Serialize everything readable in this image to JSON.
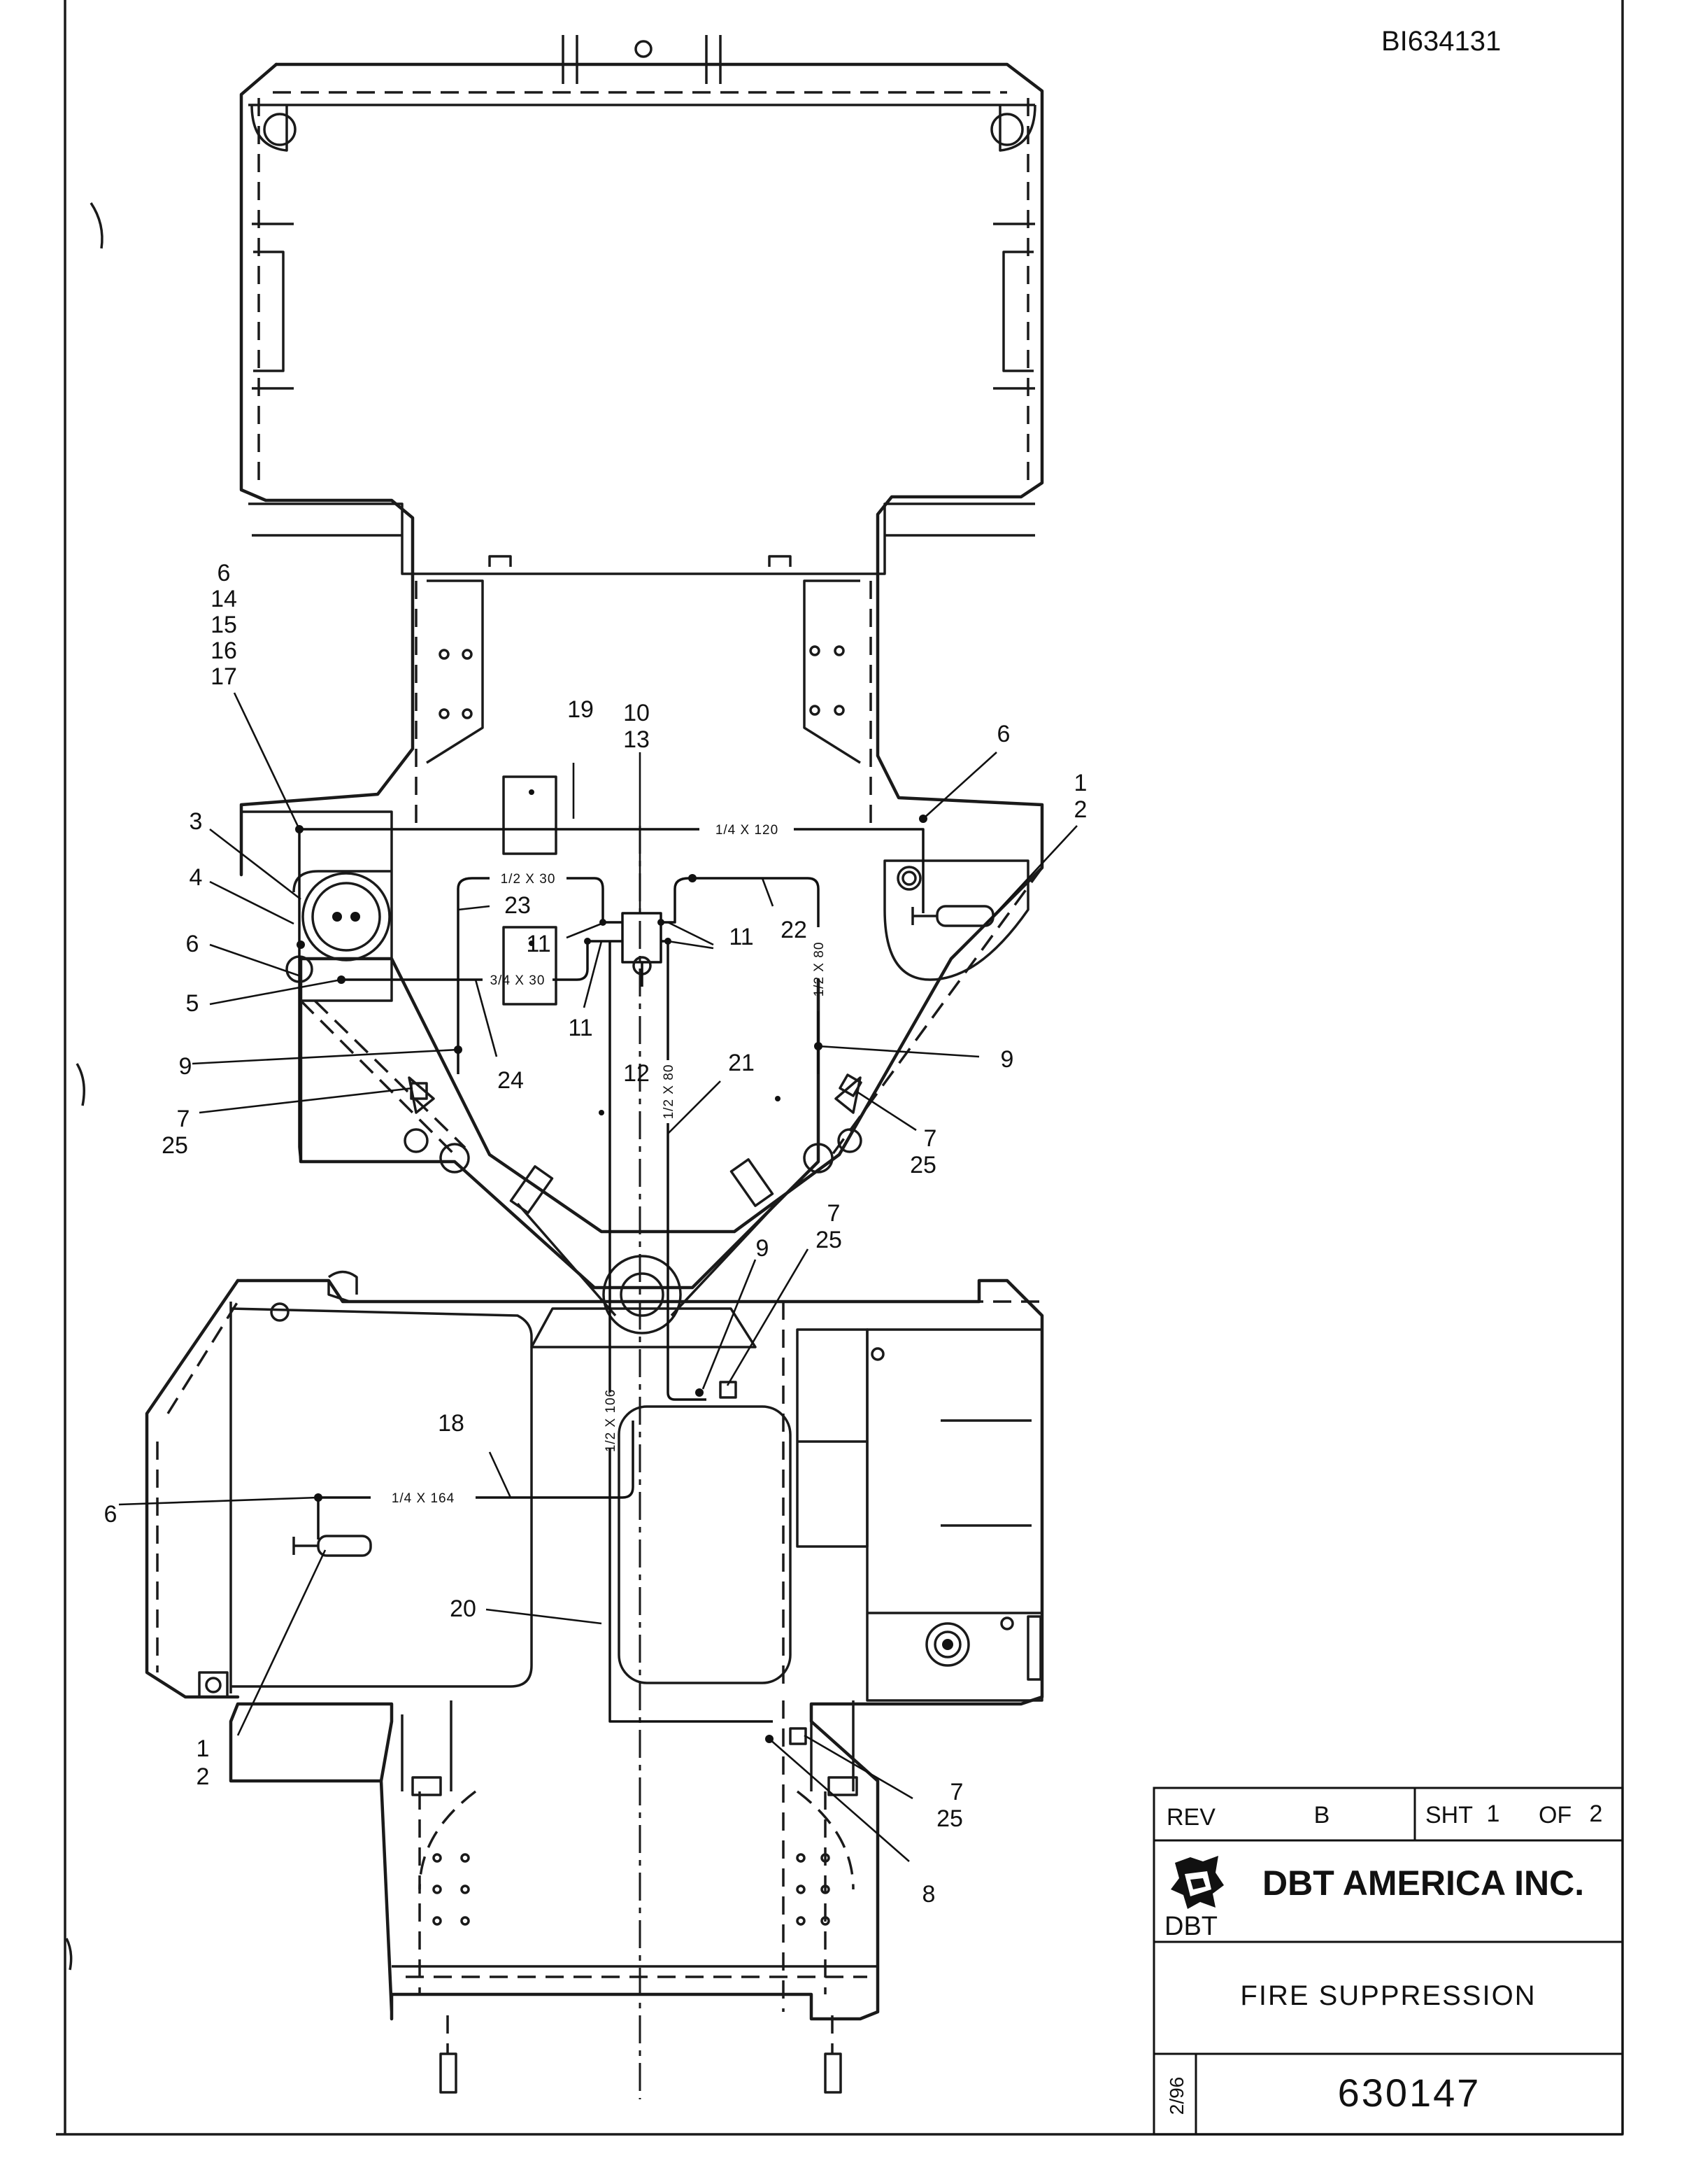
{
  "drawing": {
    "doc_id": "BI634131",
    "callouts": {
      "left_stack": [
        "6",
        "14",
        "15",
        "16",
        "17"
      ],
      "c19": "19",
      "c10": "10",
      "c13": "13",
      "c6_right": "6",
      "c1_right": "1",
      "c2_right": "2",
      "c3": "3",
      "c4": "4",
      "c6_left": "6",
      "c5": "5",
      "c23": "23",
      "c11_a": "11",
      "c11_b": "11",
      "c11_c": "11",
      "c22": "22",
      "c12": "12",
      "c9_left": "9",
      "c24": "24",
      "c21": "21",
      "c9_right": "9",
      "c7_left": "7",
      "c25_left": "25",
      "c7_right": "7",
      "c25_right": "25",
      "c7_mid": "7",
      "c25_mid": "25",
      "c9_mid": "9",
      "c18": "18",
      "c6_lower": "6",
      "c20": "20",
      "c1_lower": "1",
      "c2_lower": "2",
      "c7_bot": "7",
      "c25_bot": "25",
      "c8": "8"
    },
    "dimensions": {
      "d_120": "1/4 X 120",
      "d_30a": "1/2 X 30",
      "d_30b": "3/4 X 30",
      "d_80a": "1/2 X 80",
      "d_80b": "1/2 X 80",
      "d_106": "1/2 X 106",
      "d_164": "1/4 X 164"
    }
  },
  "title_block": {
    "rev_label": "REV",
    "rev_value": "B",
    "sheet_label": "SHT",
    "sheet_num": "1",
    "of_label": "OF",
    "sheet_total": "2",
    "company": "DBT AMERICA INC.",
    "logo_text": "DBT",
    "title": "FIRE SUPPRESSION",
    "date": "2/96",
    "drawing_number": "630147"
  }
}
